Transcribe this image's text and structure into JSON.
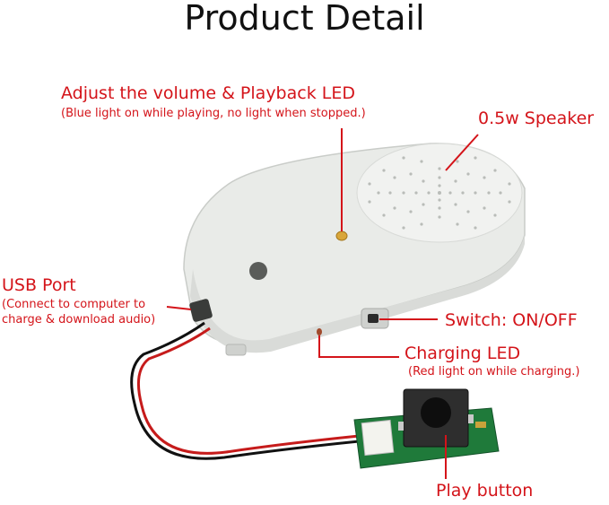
{
  "title": "Product Detail",
  "colors": {
    "label": "#d4141a",
    "leader": "#d4141a",
    "device": "#eef0ee",
    "pcb": "#1f7a3a"
  },
  "labels": {
    "volume": {
      "main": "Adjust the volume & Playback LED",
      "sub": "(Blue light on while playing, no light when stopped.)"
    },
    "speaker": {
      "main": "0.5w Speaker"
    },
    "usb": {
      "main": "USB Port",
      "sub1": "(Connect to computer to",
      "sub2": "charge & download audio)"
    },
    "switch": {
      "main": "Switch: ON/OFF"
    },
    "charging": {
      "main": "Charging LED",
      "sub": "(Red light on while charging.)"
    },
    "play": {
      "main": "Play button"
    }
  }
}
